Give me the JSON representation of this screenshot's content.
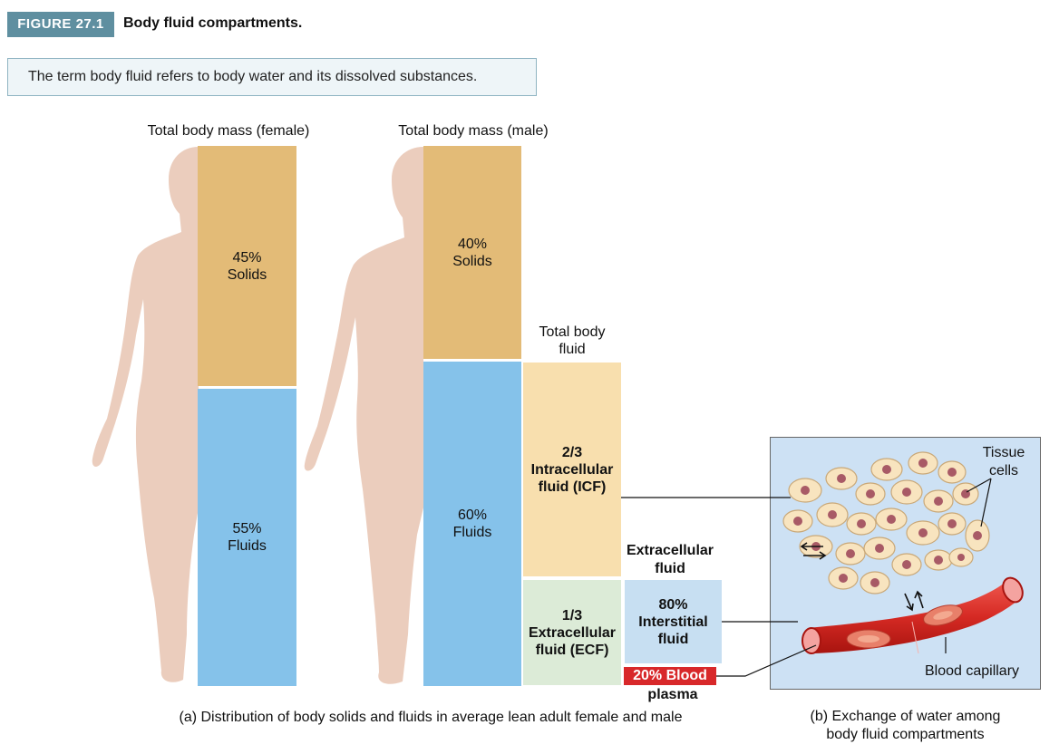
{
  "header": {
    "figure_label": "FIGURE 27.1",
    "figure_title": "Body fluid compartments.",
    "note": "The term body fluid refers to body water and its dissolved substances."
  },
  "female": {
    "heading": "Total body mass (female)",
    "solids_pct": "45%",
    "solids_label": "Solids",
    "fluids_pct": "55%",
    "fluids_label": "Fluids",
    "solids_fraction": 0.45,
    "fluids_fraction": 0.55
  },
  "male": {
    "heading": "Total body mass (male)",
    "solids_pct": "40%",
    "solids_label": "Solids",
    "fluids_pct": "60%",
    "fluids_label": "Fluids",
    "solids_fraction": 0.4,
    "fluids_fraction": 0.6
  },
  "total_fluid": {
    "heading_line1": "Total body",
    "heading_line2": "fluid",
    "icf_fraction": "2/3",
    "icf_line1": "Intracellular",
    "icf_line2": "fluid (ICF)",
    "ecf_fraction": "1/3",
    "ecf_line1": "Extracellular",
    "ecf_line2": "fluid (ECF)"
  },
  "extracellular": {
    "heading_line1": "Extracellular",
    "heading_line2": "fluid",
    "interstitial_pct": "80%",
    "interstitial_line1": "Interstitial",
    "interstitial_line2": "fluid",
    "blood_label": "20% Blood",
    "blood_line2": "plasma"
  },
  "panel_b": {
    "tissue_line1": "Tissue",
    "tissue_line2": "cells",
    "capillary_label": "Blood capillary"
  },
  "captions": {
    "a": "(a) Distribution of body solids and fluids in average lean adult female and male",
    "b_line1": "(b) Exchange of water among",
    "b_line2": "body fluid compartments"
  },
  "colors": {
    "badge": "#5f8fa0",
    "solids": "#e3bb77",
    "fluids": "#85c2ea",
    "icf": "#f8dfae",
    "ecf": "#dcebd7",
    "interstitial": "#c7dff2",
    "blood": "#d8282a",
    "skin": "#ebcdbd"
  }
}
